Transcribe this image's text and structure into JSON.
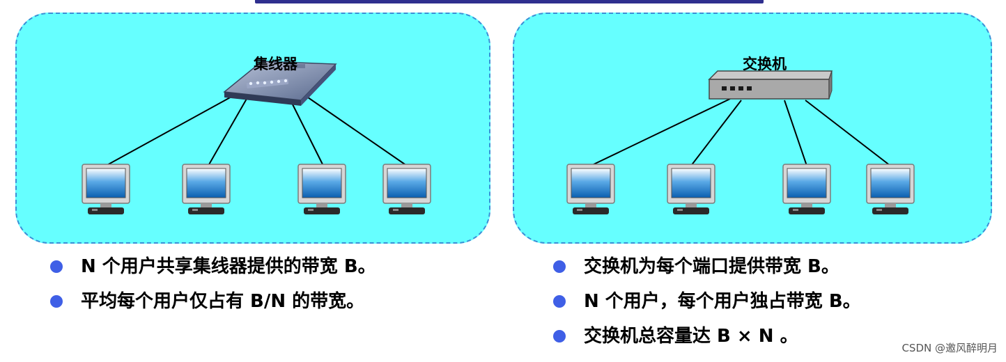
{
  "colors": {
    "panel_fill": "#66ffff",
    "panel_border": "#3a8fd6",
    "bullet": "#3f5fe6",
    "link": "#000000"
  },
  "hub_panel": {
    "device_label": "集线器",
    "device_icon": "hub-icon",
    "computer_icon": "computer-monitor-icon",
    "computers_count": 4,
    "bullets": [
      "N 个用户共享集线器提供的带宽 B。",
      "平均每个用户仅占有 B/N 的带宽。"
    ]
  },
  "switch_panel": {
    "device_label": "交换机",
    "device_icon": "switch-icon",
    "computer_icon": "computer-monitor-icon",
    "computers_count": 4,
    "bullets": [
      "交换机为每个端口提供带宽 B。",
      "N 个用户，每个用户独占带宽 B。",
      "交换机总容量达 B × N 。"
    ]
  },
  "watermark": "CSDN @邀风醉明月"
}
